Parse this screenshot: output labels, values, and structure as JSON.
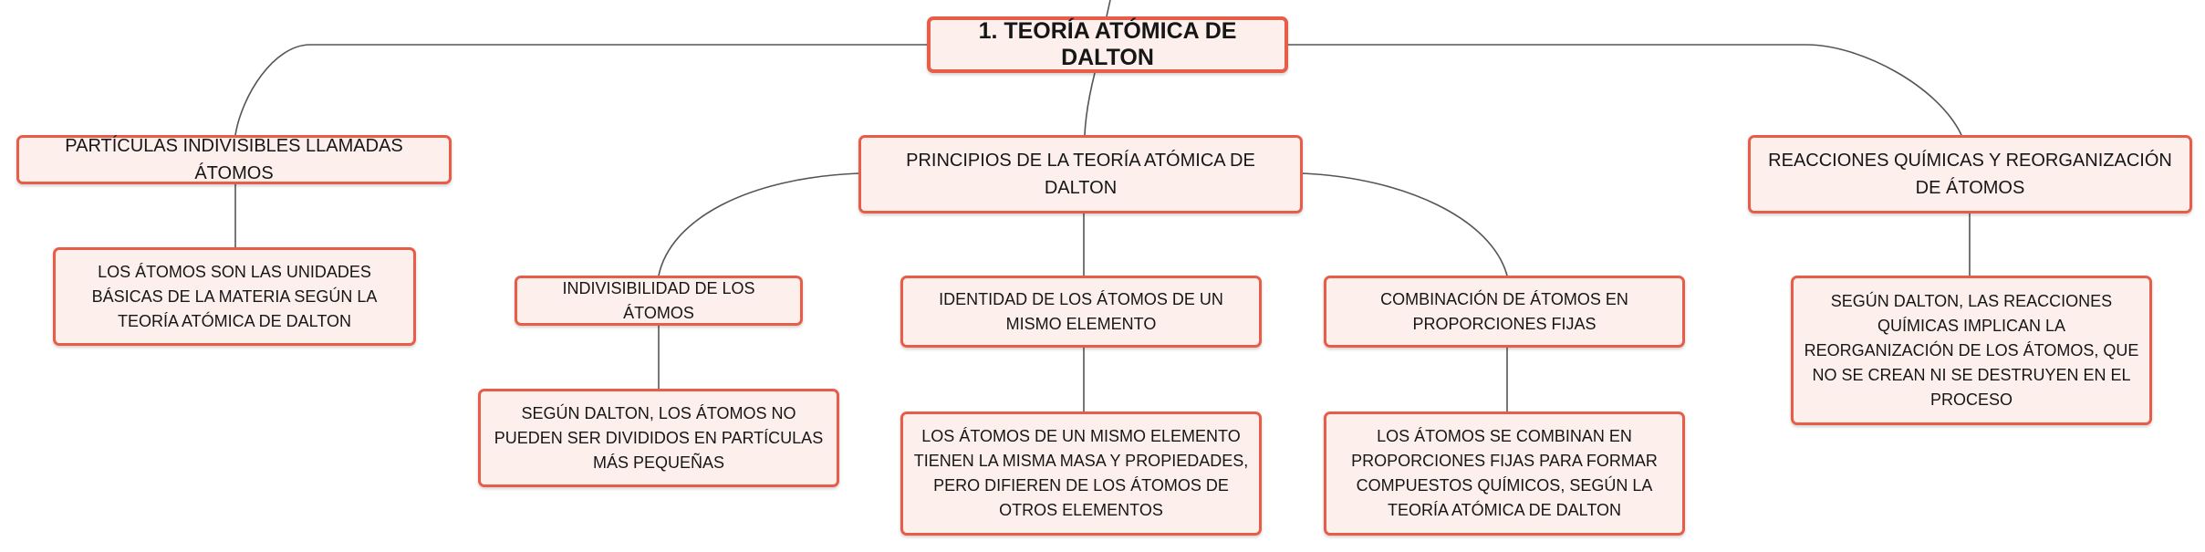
{
  "mindmap": {
    "root": {
      "label": "1. TEORÍA ATÓMICA DE DALTON"
    },
    "branch_left": {
      "label": "PARTÍCULAS INDIVISIBLES LLAMADAS ÁTOMOS",
      "detail": "LOS ÁTOMOS SON LAS UNIDADES BÁSICAS DE LA MATERIA SEGÚN LA TEORÍA ATÓMICA DE DALTON"
    },
    "branch_center": {
      "label": "PRINCIPIOS DE LA TEORÍA ATÓMICA DE DALTON",
      "children": [
        {
          "label": "INDIVISIBILIDAD DE LOS ÁTOMOS",
          "detail": "SEGÚN DALTON, LOS ÁTOMOS NO PUEDEN SER DIVIDIDOS EN PARTÍCULAS MÁS PEQUEÑAS"
        },
        {
          "label": "IDENTIDAD DE LOS ÁTOMOS DE UN MISMO ELEMENTO",
          "detail": "LOS ÁTOMOS DE UN MISMO ELEMENTO TIENEN LA MISMA MASA Y PROPIEDADES, PERO DIFIEREN DE LOS ÁTOMOS DE OTROS ELEMENTOS"
        },
        {
          "label": "COMBINACIÓN DE ÁTOMOS EN PROPORCIONES FIJAS",
          "detail": "LOS ÁTOMOS SE COMBINAN EN PROPORCIONES FIJAS PARA FORMAR COMPUESTOS QUÍMICOS, SEGÚN LA TEORÍA ATÓMICA DE DALTON"
        }
      ]
    },
    "branch_right": {
      "label": "REACCIONES QUÍMICAS Y REORGANIZACIÓN DE ÁTOMOS",
      "detail": "SEGÚN DALTON, LAS REACCIONES QUÍMICAS IMPLICAN LA REORGANIZACIÓN DE LOS ÁTOMOS, QUE NO SE CREAN NI SE DESTRUYEN EN EL PROCESO"
    },
    "colors": {
      "node_border": "#e85d48",
      "node_fill": "#fdf0ec",
      "connector": "#555555",
      "text": "#161616"
    }
  }
}
